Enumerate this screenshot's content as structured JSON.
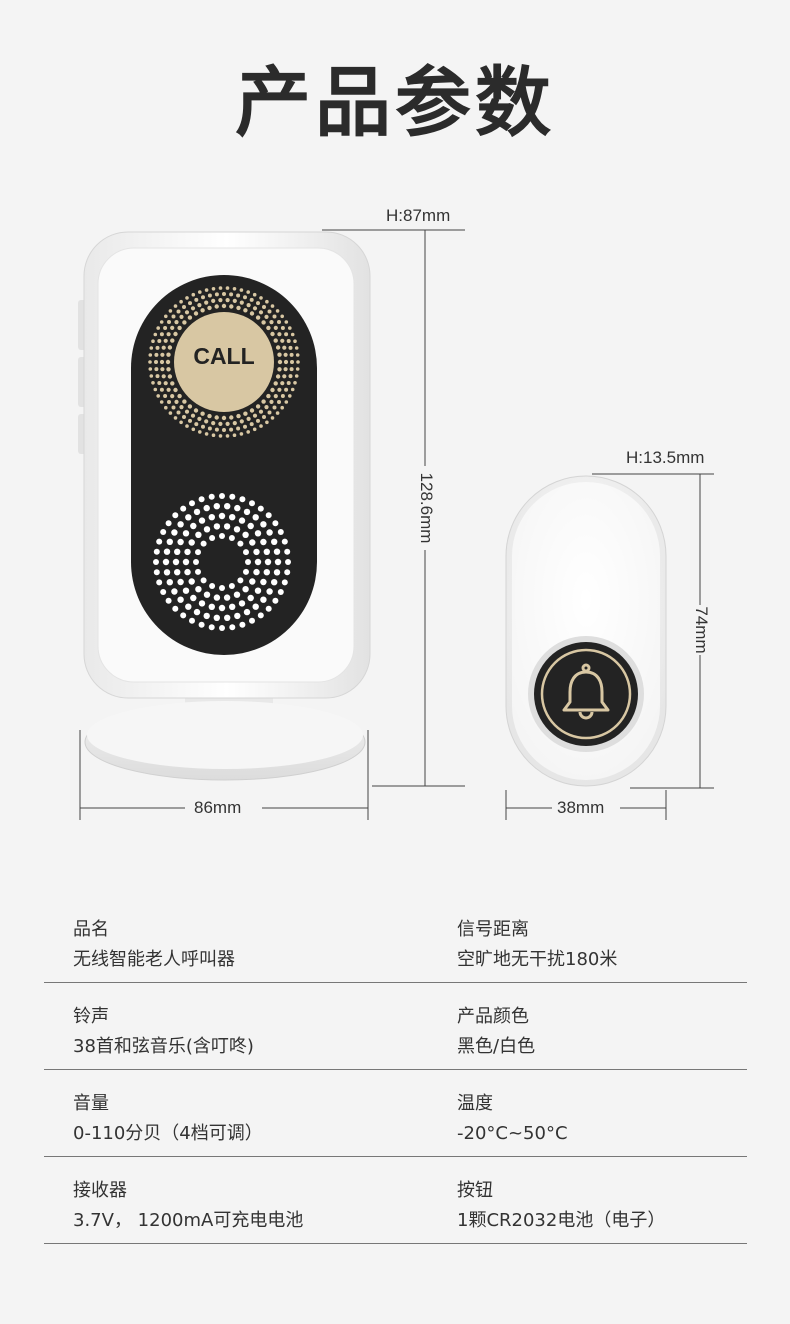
{
  "title": "产品参数",
  "receiver": {
    "call_label": "CALL",
    "height_label": "H:87mm",
    "tall_label": "128.6mm",
    "width_label": "86mm"
  },
  "button": {
    "height_label": "H:13.5mm",
    "tall_label": "74mm",
    "width_label": "38mm",
    "icon": "bell-icon"
  },
  "colors": {
    "panel": "#222222",
    "gold": "#d8c7a3",
    "body": "#ffffff",
    "background": "#f4f4f4"
  },
  "specs": [
    {
      "left_label": "品名",
      "left_value": "无线智能老人呼叫器",
      "right_label": "信号距离",
      "right_value": "空旷地无干扰180米"
    },
    {
      "left_label": "铃声",
      "left_value": "38首和弦音乐(含叮咚)",
      "right_label": "产品颜色",
      "right_value": "黑色/白色"
    },
    {
      "left_label": "音量",
      "left_value": "0-110分贝（4档可调）",
      "right_label": "温度",
      "right_value": "-20°C~50°C"
    },
    {
      "left_label": "接收器",
      "left_value": "3.7V， 1200mA可充电电池",
      "right_label": "按钮",
      "right_value": "1颗CR2032电池（电子）"
    }
  ]
}
